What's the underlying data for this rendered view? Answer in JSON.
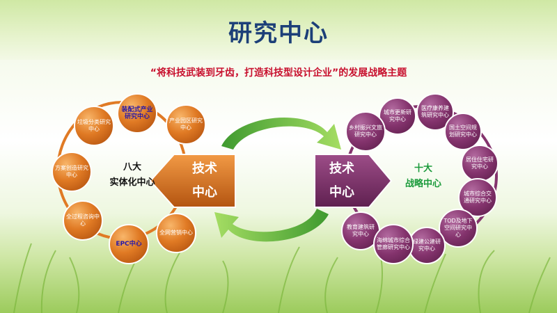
{
  "title": "研究中心",
  "subtitle": "“将科技武装到牙齿，打造科技型设计企业”的发展战略主题",
  "left": {
    "label_line1": "八大",
    "label_line2": "实体化中心",
    "pentagon_line1": "技术",
    "pentagon_line2": "中心",
    "nodes": [
      "装配式产业研究中心",
      "产业园区研究中心",
      "垃圾分类研究中心",
      "方案创造研究中心",
      "全过程咨询中心",
      "EPC中心",
      "全网营销中心"
    ]
  },
  "right": {
    "label_line1": "十大",
    "label_line2": "战略中心",
    "pentagon_line1": "技术",
    "pentagon_line2": "中心",
    "nodes": [
      "城市更新研究中心",
      "医疗康养建筑研究中心",
      "国土空间规划研究中心",
      "乡村振兴文旅研究中心",
      "居住住宅研究中心",
      "城市综合交通研究中心",
      "TOD及地下空间研究中心",
      "教育建筑研究中心",
      "绿建公建研究中心",
      "海绵城市综合管廊研究中心"
    ]
  },
  "colors": {
    "title": "#1c3f78",
    "subtitle": "#c8102e",
    "orange": "#e07a24",
    "purple": "#84336d",
    "left_label": "#111111",
    "right_label": "#1a9a3a",
    "arrow": "#6fbf3b"
  }
}
